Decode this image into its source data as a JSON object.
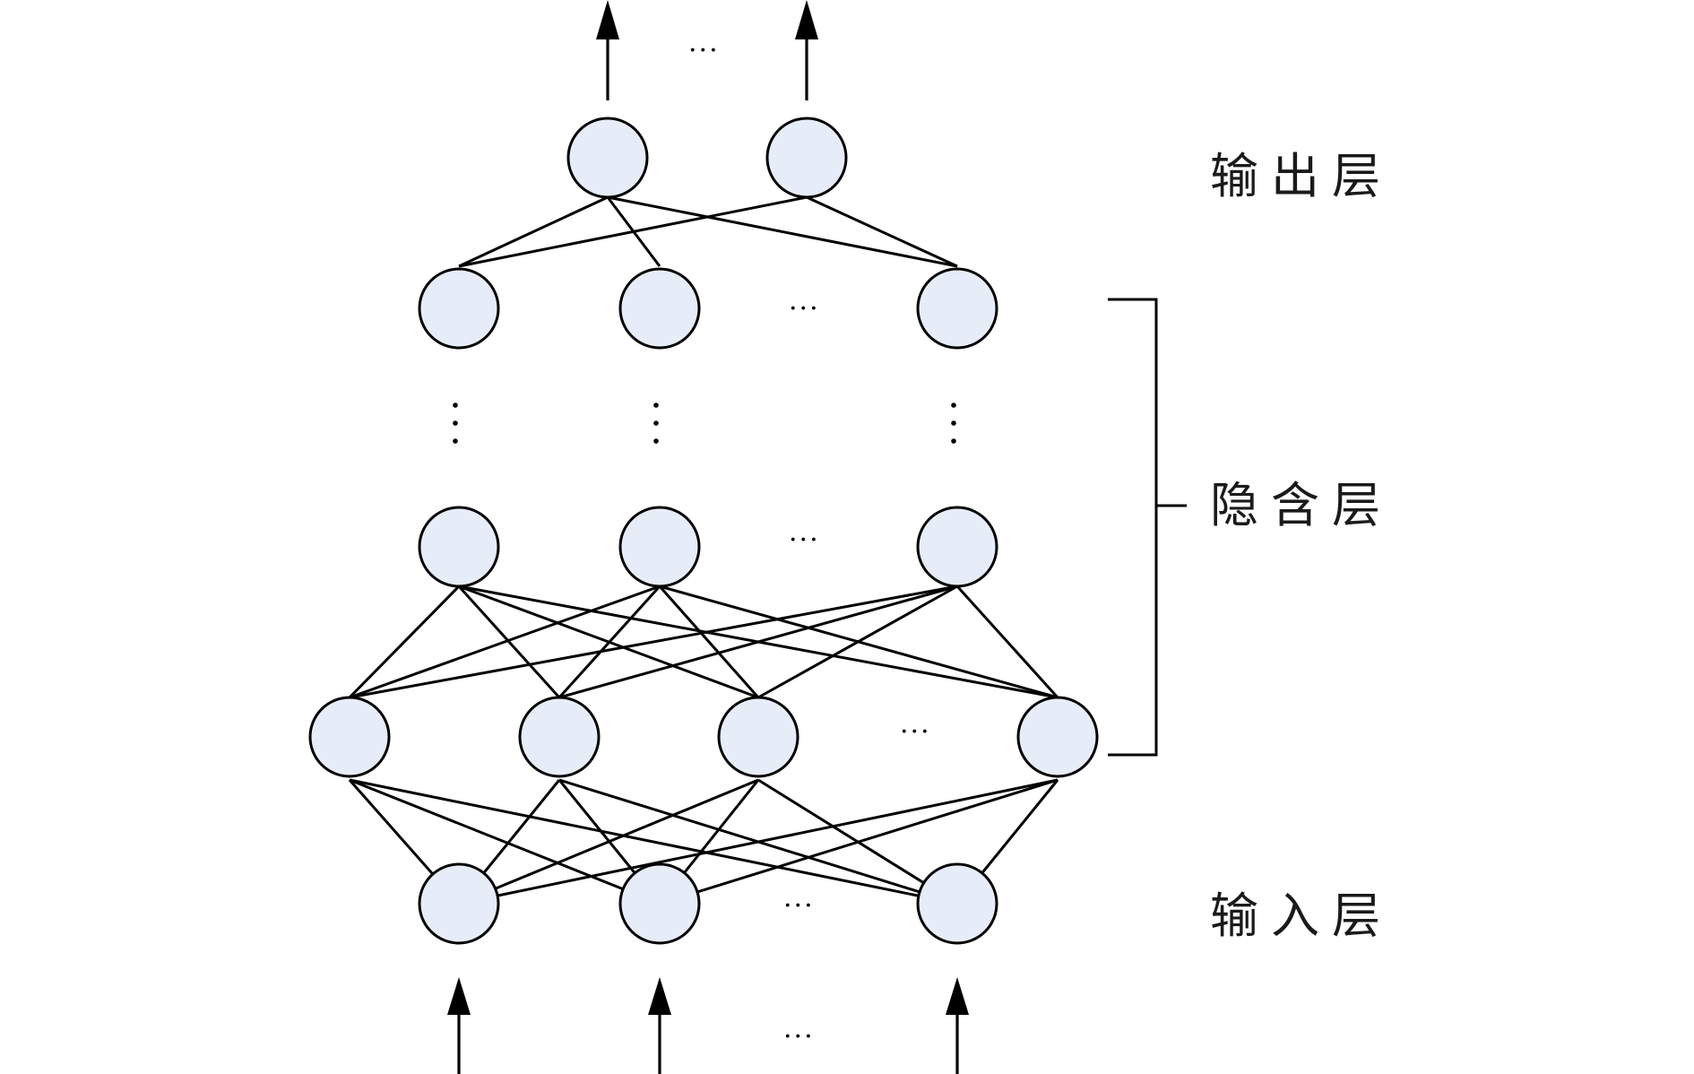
{
  "labels": {
    "output_layer": "输出层",
    "hidden_layer": "隐含层",
    "input_layer": "输入层"
  },
  "ellipsis_text": "···",
  "vertical_ellipsis_text": "⋮",
  "colors": {
    "node_fill": "#e7edf8",
    "stroke": "#000000"
  }
}
